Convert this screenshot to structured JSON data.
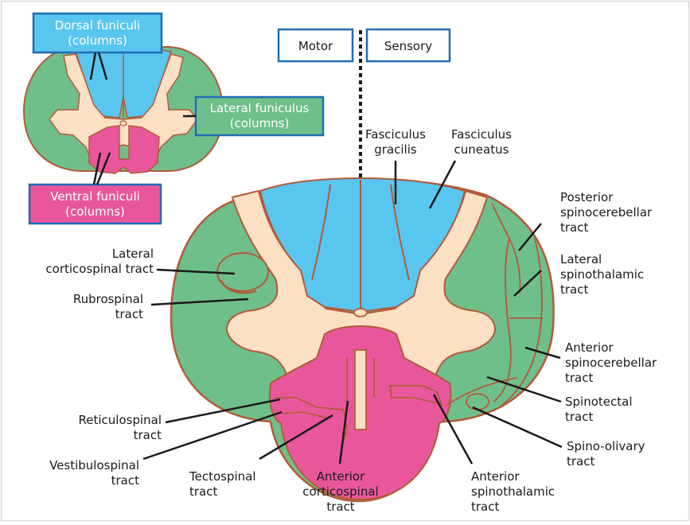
{
  "colors": {
    "blue": "#59c6f0",
    "green": "#6fbf8b",
    "pink": "#e8579b",
    "grey": "#fbe0c3",
    "outline": "#b25a3a",
    "box_border": "#1f6db4",
    "leader": "#1a1a1a",
    "frame": "#d9d9d9"
  },
  "inset": {
    "dorsal": [
      "Dorsal funiculi",
      "(columns)"
    ],
    "lateral": [
      "Lateral funiculus",
      "(columns)"
    ],
    "ventral": [
      "Ventral funiculi",
      "(columns)"
    ]
  },
  "midline": {
    "motor": "Motor",
    "sensory": "Sensory"
  },
  "labels": {
    "fasciculus_gracilis": [
      "Fasciculus",
      "gracilis"
    ],
    "fasciculus_cuneatus": [
      "Fasciculus",
      "cuneatus"
    ],
    "posterior_spinocerebellar": [
      "Posterior",
      "spinocerebellar",
      "tract"
    ],
    "lateral_spinothalamic": [
      "Lateral",
      "spinothalamic",
      "tract"
    ],
    "anterior_spinocerebellar": [
      "Anterior",
      "spinocerebellar",
      "tract"
    ],
    "spinotectal": [
      "Spinotectal",
      "tract"
    ],
    "spino_olivary": [
      "Spino-olivary",
      "tract"
    ],
    "lateral_corticospinal": [
      "Lateral",
      "corticospinal tract"
    ],
    "rubrospinal": [
      "Rubrospinal",
      "tract"
    ],
    "reticulospinal": [
      "Reticulospinal",
      "tract"
    ],
    "vestibulospinal": [
      "Vestibulospinal",
      "tract"
    ],
    "tectospinal": [
      "Tectospinal",
      "tract"
    ],
    "anterior_corticospinal": [
      "Anterior",
      "corticospinal",
      "tract"
    ],
    "anterior_spinothalamic": [
      "Anterior",
      "spinothalamic",
      "tract"
    ]
  }
}
